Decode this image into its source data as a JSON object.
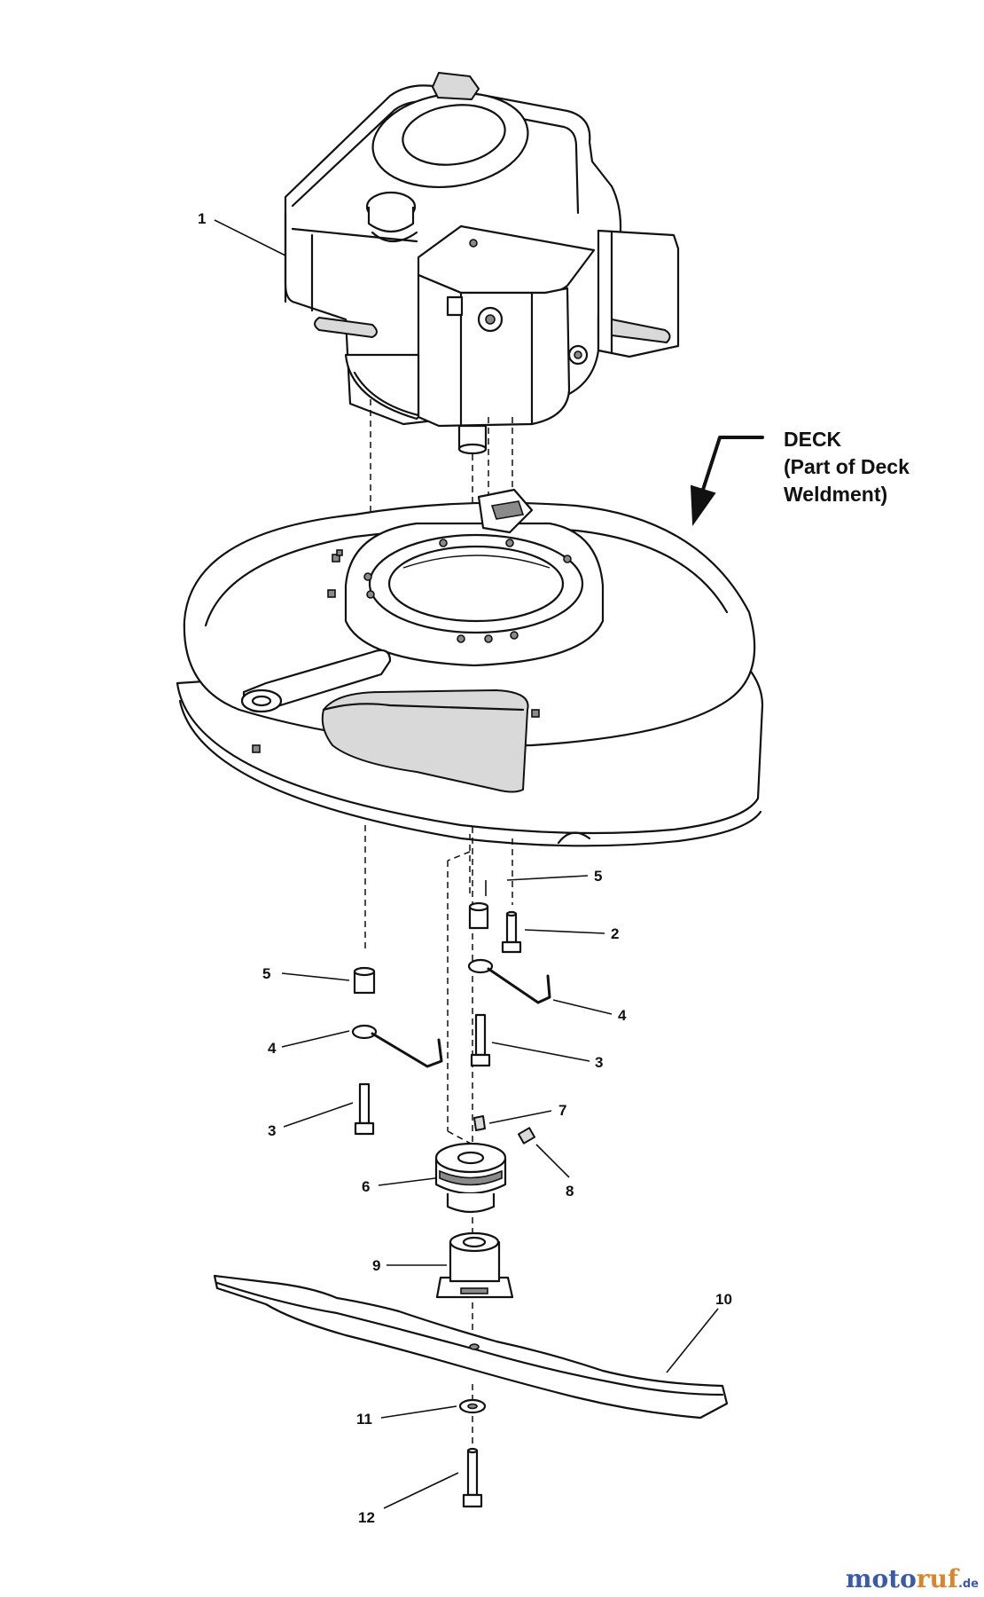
{
  "diagram": {
    "deck_label": {
      "line1": "DECK",
      "line2": "(Part of Deck",
      "line3": "Weldment)"
    },
    "callouts": {
      "c1": "1",
      "c2": "2",
      "c3a": "3",
      "c3b": "3",
      "c4a": "4",
      "c4b": "4",
      "c5a": "5",
      "c5b": "5",
      "c6": "6",
      "c7": "7",
      "c8": "8",
      "c9": "9",
      "c10": "10",
      "c11": "11",
      "c12": "12"
    }
  },
  "watermark": {
    "part1": "moto",
    "part2": "ruf",
    "part3": ".de"
  }
}
